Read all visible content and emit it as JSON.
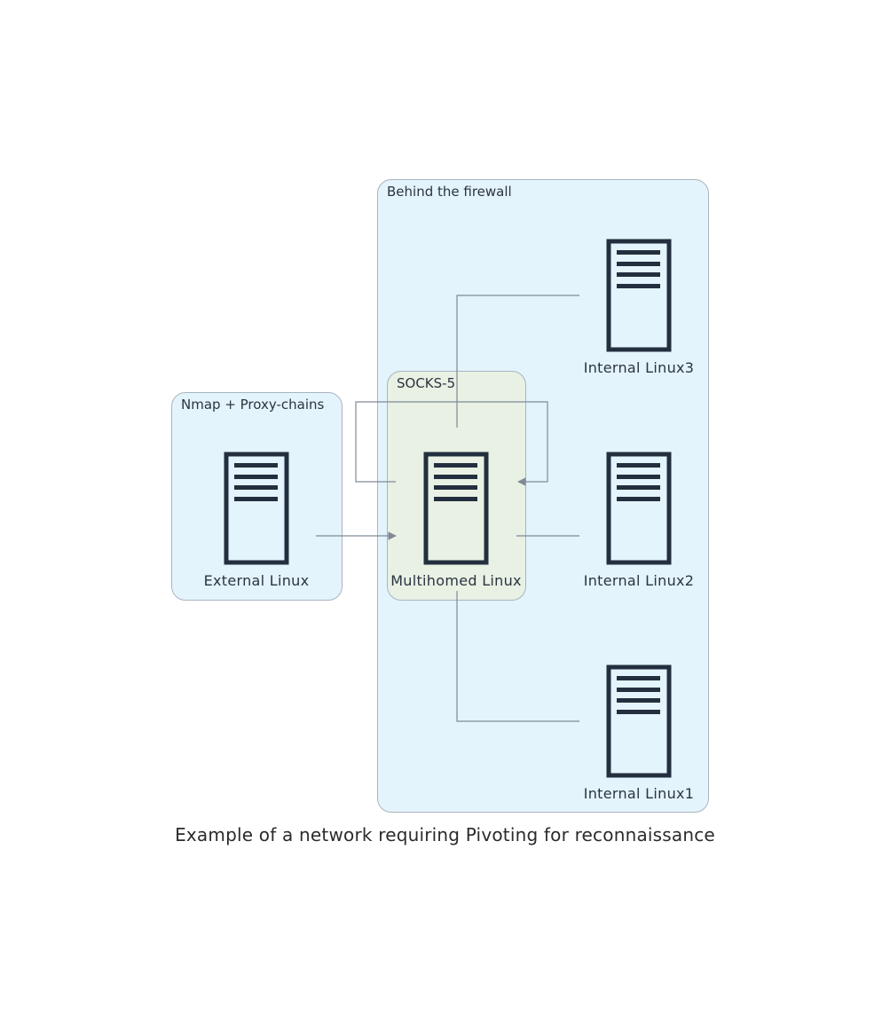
{
  "clusters": {
    "firewall": {
      "label": "Behind the firewall"
    },
    "socks": {
      "label": "SOCKS-5"
    },
    "nmap": {
      "label": "Nmap + Proxy-chains"
    }
  },
  "nodes": {
    "external": {
      "label": "External Linux",
      "icon": "server-icon"
    },
    "multihomed": {
      "label": "Multihomed Linux",
      "icon": "server-icon"
    },
    "internal3": {
      "label": "Internal Linux3",
      "icon": "server-icon"
    },
    "internal2": {
      "label": "Internal Linux2",
      "icon": "server-icon"
    },
    "internal1": {
      "label": "Internal Linux1",
      "icon": "server-icon"
    }
  },
  "caption": "Example of a network requiring Pivoting for reconnaissance",
  "colors": {
    "cluster_blue": "#e3f4fc",
    "cluster_green": "#e8f1e4",
    "border": "#a9b4bf",
    "edge": "#7f8a96",
    "icon": "#232f3e",
    "text": "#2b3440"
  }
}
